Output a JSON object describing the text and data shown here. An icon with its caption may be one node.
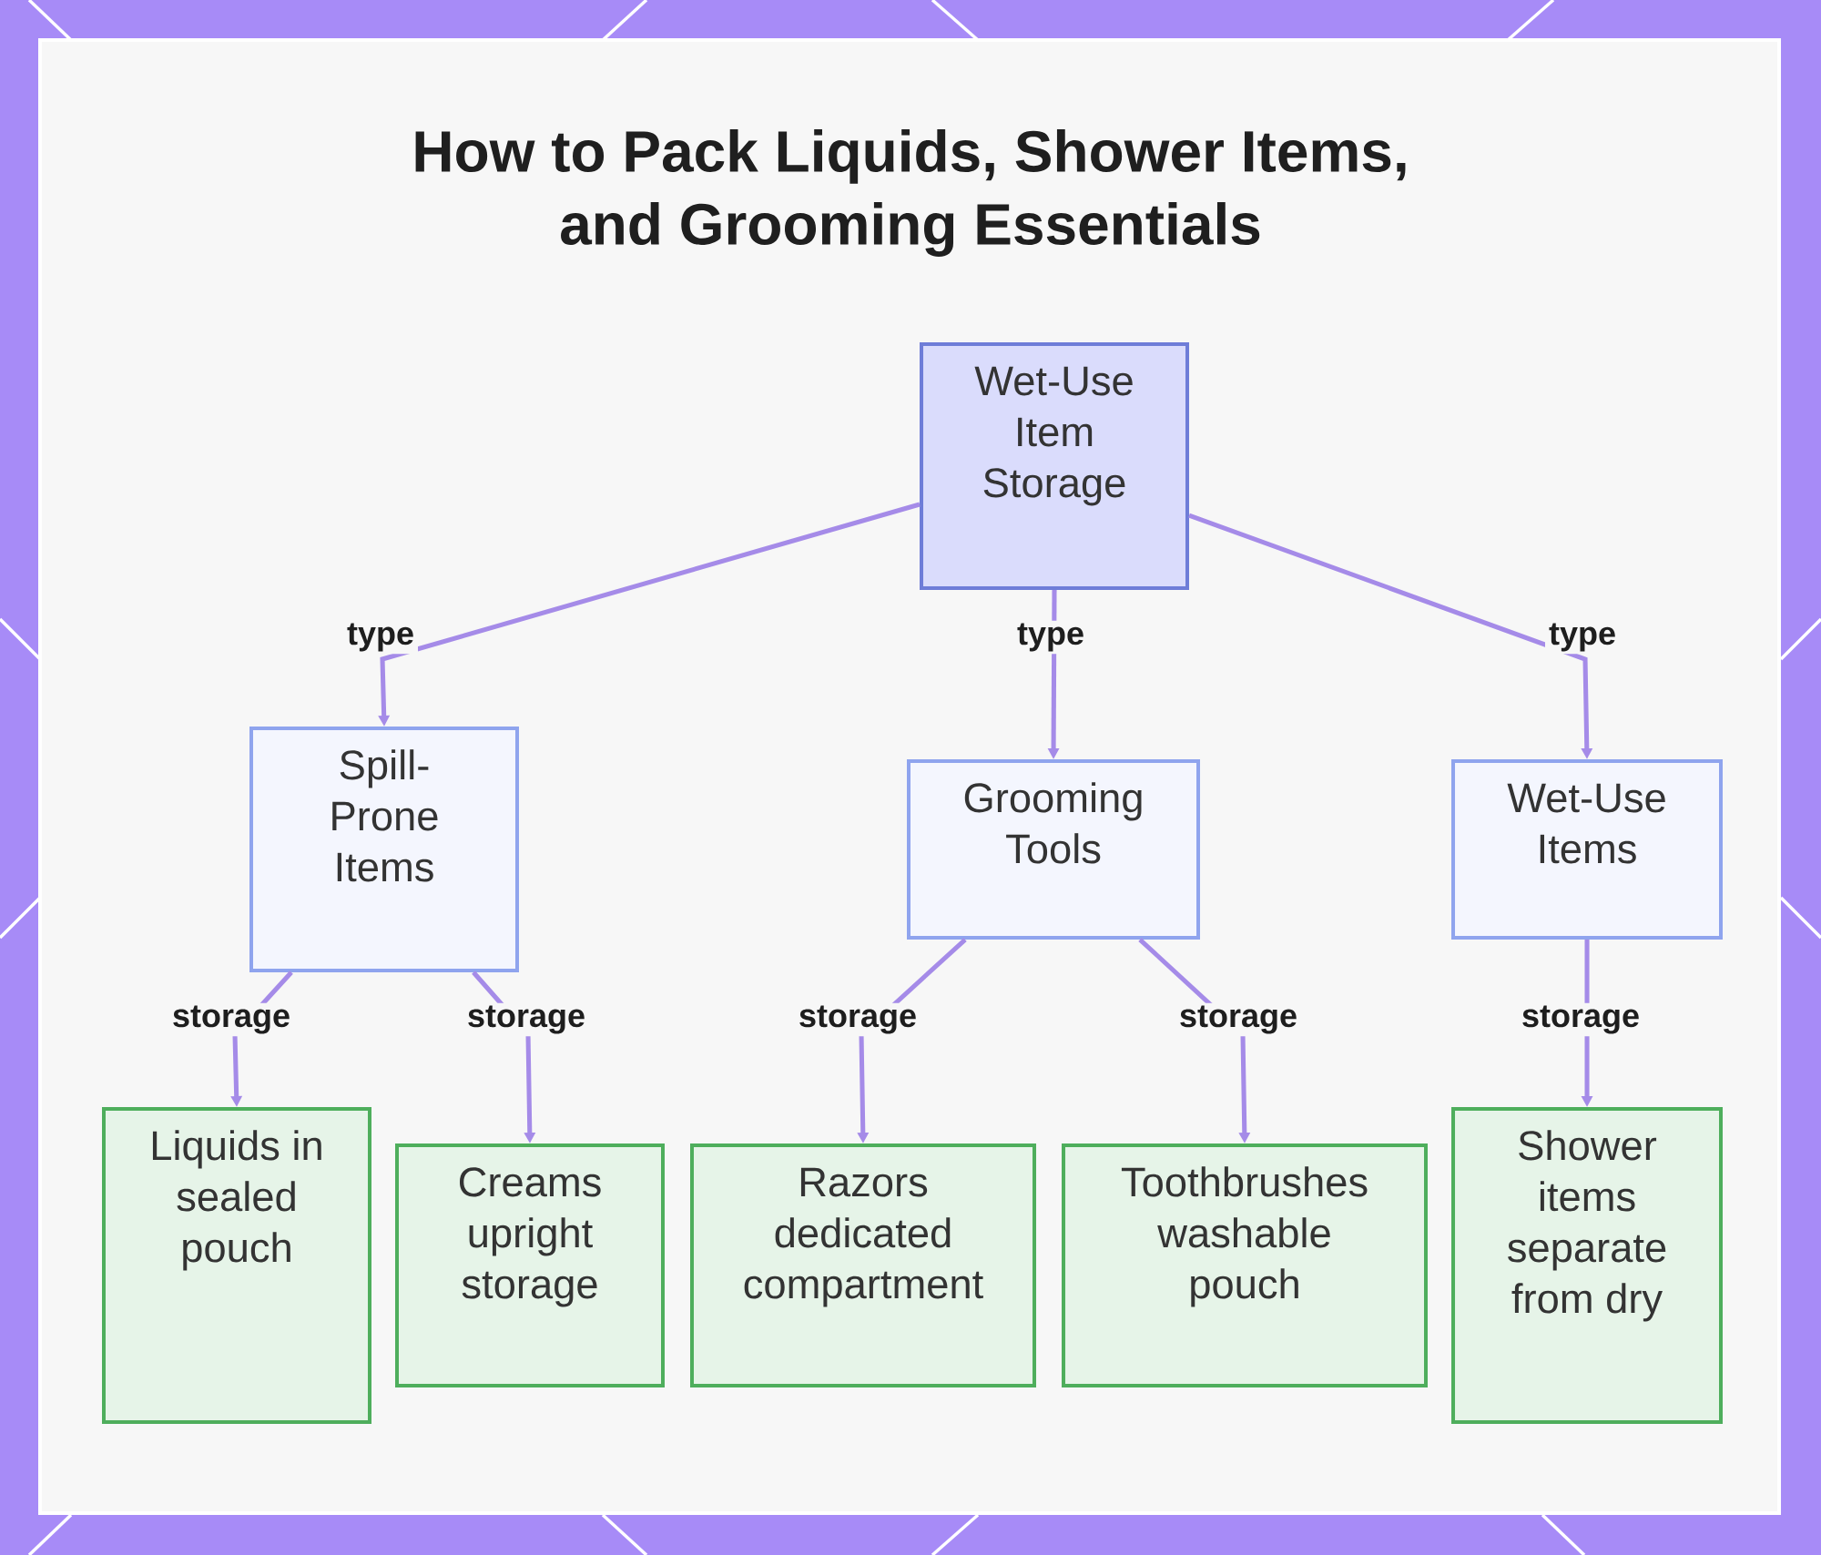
{
  "diagram": {
    "title": "How to Pack Liquids, Shower Items, and Grooming Essentials",
    "nodes": [
      {
        "text": [
          "Wet-Use Item Storage"
        ]
      },
      {
        "text": [
          "Spill-Prone Items"
        ]
      },
      {
        "text": [
          "Grooming Tools"
        ]
      },
      {
        "text": [
          "Wet-Use Items"
        ]
      },
      {
        "text": [
          "Liquids in sealed pouch"
        ]
      },
      {
        "text": [
          "Creams upright storage"
        ]
      },
      {
        "text": [
          "Razors dedicated compartment"
        ]
      },
      {
        "text": [
          "Toothbrushes washable pouch"
        ]
      },
      {
        "text": [
          "Shower items separate from dry"
        ]
      }
    ],
    "edges": [
      {
        "from": 0,
        "to": 1,
        "arrow": "to",
        "label": "type"
      },
      {
        "from": 0,
        "to": 2,
        "arrow": "to",
        "label": "type"
      },
      {
        "from": 0,
        "to": 3,
        "arrow": "to",
        "label": "type"
      },
      {
        "from": 1,
        "to": 4,
        "arrow": "to",
        "label": "storage"
      },
      {
        "from": 1,
        "to": 5,
        "arrow": "to",
        "label": "storage"
      },
      {
        "from": 2,
        "to": 6,
        "arrow": "to",
        "label": "storage"
      },
      {
        "from": 2,
        "to": 7,
        "arrow": "to",
        "label": "storage"
      },
      {
        "from": 3,
        "to": 8,
        "arrow": "to",
        "label": "storage"
      }
    ]
  }
}
